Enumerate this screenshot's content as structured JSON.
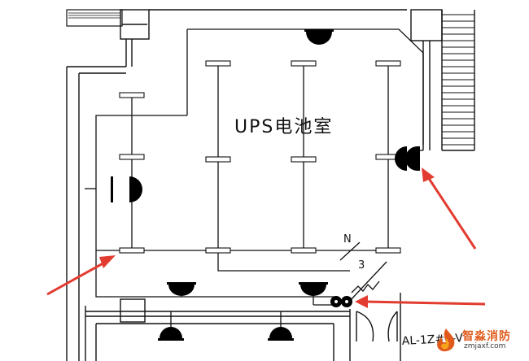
{
  "room_label": "UPS电池室",
  "wire_count_label": "3",
  "neutral_label": "N",
  "panel_label": "AL-1Z#1-V",
  "watermark": {
    "name": "智淼消防",
    "url": "zmjaxf.com"
  },
  "colors": {
    "arrow": "#e23b2f",
    "logo": "#e05a1c",
    "lines": "#111111"
  }
}
